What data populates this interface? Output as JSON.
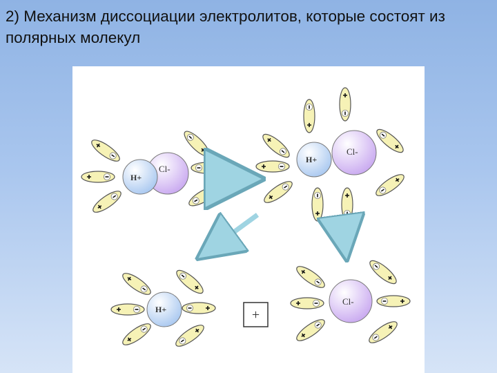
{
  "slide": {
    "title": "2) Механизм диссоциации электролитов, которые состоят из полярных молекул"
  },
  "diagram": {
    "hydrogen_label": "H+",
    "chlorine_label": "Cl-",
    "plus_sign_box": "+",
    "dipole_plus": "+",
    "dipole_minus": "−",
    "colors": {
      "hydrogen_ion": "#a9c8f0",
      "chlorine_ion": "#c9a9f0",
      "water_dipole": "#f6f2b6",
      "arrow": "#9fd4e2"
    }
  }
}
